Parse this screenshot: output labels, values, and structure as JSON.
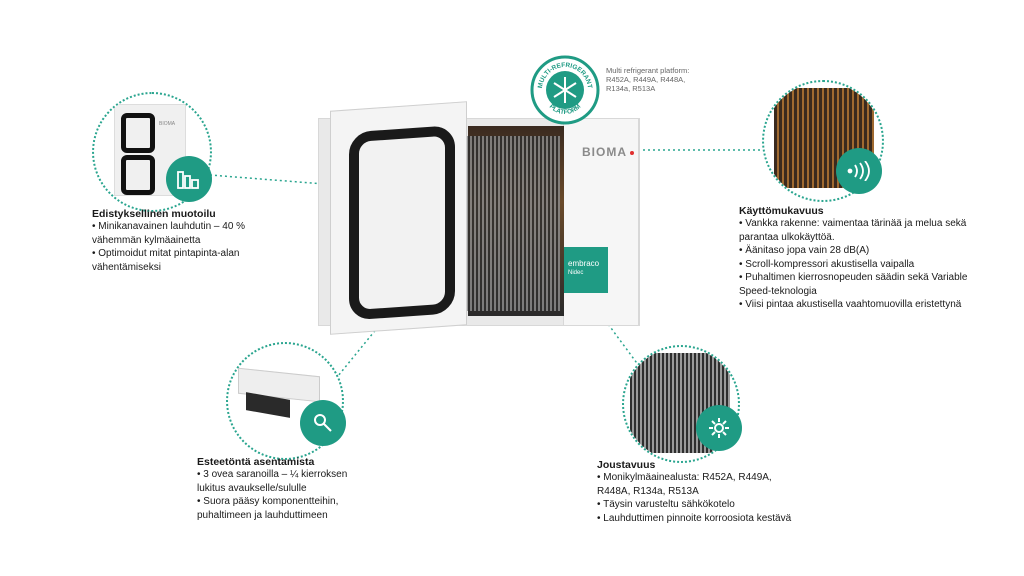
{
  "certification": {
    "ring_top": "MULTI-REFRIGERANT",
    "ring_bottom": "PLATFORM",
    "note": [
      "Multi refrigerant platform:",
      "R452A, R449A, R448A,",
      "R134a, R513A"
    ]
  },
  "unit": {
    "brand": "BIOMA",
    "panel_brand": "embraco",
    "panel_sub": "Nidec"
  },
  "features": {
    "design": {
      "title": "Edistyksellinen muotoilu",
      "bullets": [
        "• Minikanavainen lauhdutin – 40 %",
        "vähemmän kylmäainetta",
        "• Optimoidut mitat pintapinta-alan",
        "vähentämiseksi"
      ],
      "thumb_label": "BIOMA",
      "icon": "bars-chart-icon"
    },
    "comfort": {
      "title": "Käyttömukavuus",
      "bullets": [
        "• Vankka rakenne: vaimentaa tärinää ja melua sekä",
        "parantaa ulkokäyttöä.",
        "• Äänitaso jopa vain 28 dB(A)",
        "• Scroll-kompressori akustisella vaipalla",
        "• Puhaltimen kierrosnopeuden säädin sekä Variable",
        "Speed-teknologia",
        "• Viisi pintaa akustisella vaahtomuovilla eristettynä"
      ],
      "icon": "sound-waves-icon"
    },
    "install": {
      "title": "Esteetöntä asentamista",
      "bullets": [
        "• 3 ovea saranoilla – ¼ kierroksen",
        "lukitus avaukselle/sululle",
        "• Suora pääsy komponentteihin,",
        "puhaltimeen ja lauhduttimeen"
      ],
      "icon": "wrench-icon"
    },
    "flex": {
      "title": "Joustavuus",
      "bullets": [
        "• Monikylmäainealusta: R452A, R449A,",
        "R448A, R134a, R513A",
        "• Täysin varusteltu sähkökotelo",
        "• Lauhduttimen pinnoite korroosiota kestävä"
      ],
      "icon": "gear-icon"
    }
  },
  "colors": {
    "accent": "#1f9b84"
  }
}
